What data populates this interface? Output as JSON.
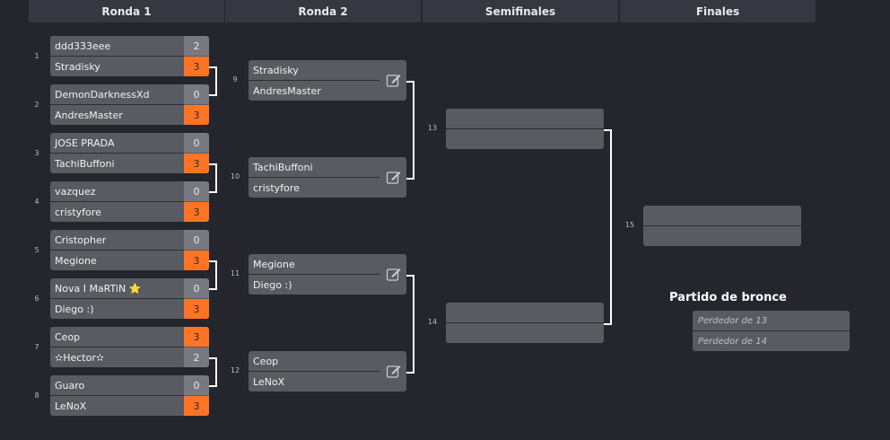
{
  "headers": [
    "Ronda 1",
    "Ronda 2",
    "Semifinales",
    "Finales"
  ],
  "round1": [
    {
      "num": "1",
      "p1": "ddd333eee",
      "s1": "2",
      "w1": false,
      "p2": "Stradisky",
      "s2": "3",
      "w2": true
    },
    {
      "num": "2",
      "p1": "DemonDarknessXd",
      "s1": "0",
      "w1": false,
      "p2": "AndresMaster",
      "s2": "3",
      "w2": true
    },
    {
      "num": "3",
      "p1": "JOSE PRADA",
      "s1": "0",
      "w1": false,
      "p2": "TachiBuffoni",
      "s2": "3",
      "w2": true
    },
    {
      "num": "4",
      "p1": "vazquez",
      "s1": "0",
      "w1": false,
      "p2": "cristyfore",
      "s2": "3",
      "w2": true
    },
    {
      "num": "5",
      "p1": "Cristopher",
      "s1": "0",
      "w1": false,
      "p2": "Megione",
      "s2": "3",
      "w2": true
    },
    {
      "num": "6",
      "p1": "Nova I MaRTiN ⭐",
      "s1": "0",
      "w1": false,
      "p2": "Diego :)",
      "s2": "3",
      "w2": true
    },
    {
      "num": "7",
      "p1": "Ceop",
      "s1": "3",
      "w1": true,
      "p2": "✫Hector✫",
      "s2": "2",
      "w2": false
    },
    {
      "num": "8",
      "p1": "Guaro",
      "s1": "0",
      "w1": false,
      "p2": "LeNoX",
      "s2": "3",
      "w2": true
    }
  ],
  "round2": [
    {
      "num": "9",
      "p1": "Stradisky",
      "p2": "AndresMaster"
    },
    {
      "num": "10",
      "p1": "TachiBuffoni",
      "p2": "cristyfore"
    },
    {
      "num": "11",
      "p1": "Megione",
      "p2": "Diego :)"
    },
    {
      "num": "12",
      "p1": "Ceop",
      "p2": "LeNoX"
    }
  ],
  "semis": [
    {
      "num": "13",
      "p1": "",
      "p2": ""
    },
    {
      "num": "14",
      "p1": "",
      "p2": ""
    }
  ],
  "final": {
    "num": "15",
    "p1": "",
    "p2": ""
  },
  "bronze": {
    "title": "Partido de bronce",
    "p1": "Perdedor de 13",
    "p2": "Perdedor de 14"
  },
  "colors": {
    "win": "#ff7324",
    "background": "#25262d",
    "header": "#353741",
    "card": "#5a5b61"
  },
  "icons": {
    "edit": "edit-icon"
  }
}
